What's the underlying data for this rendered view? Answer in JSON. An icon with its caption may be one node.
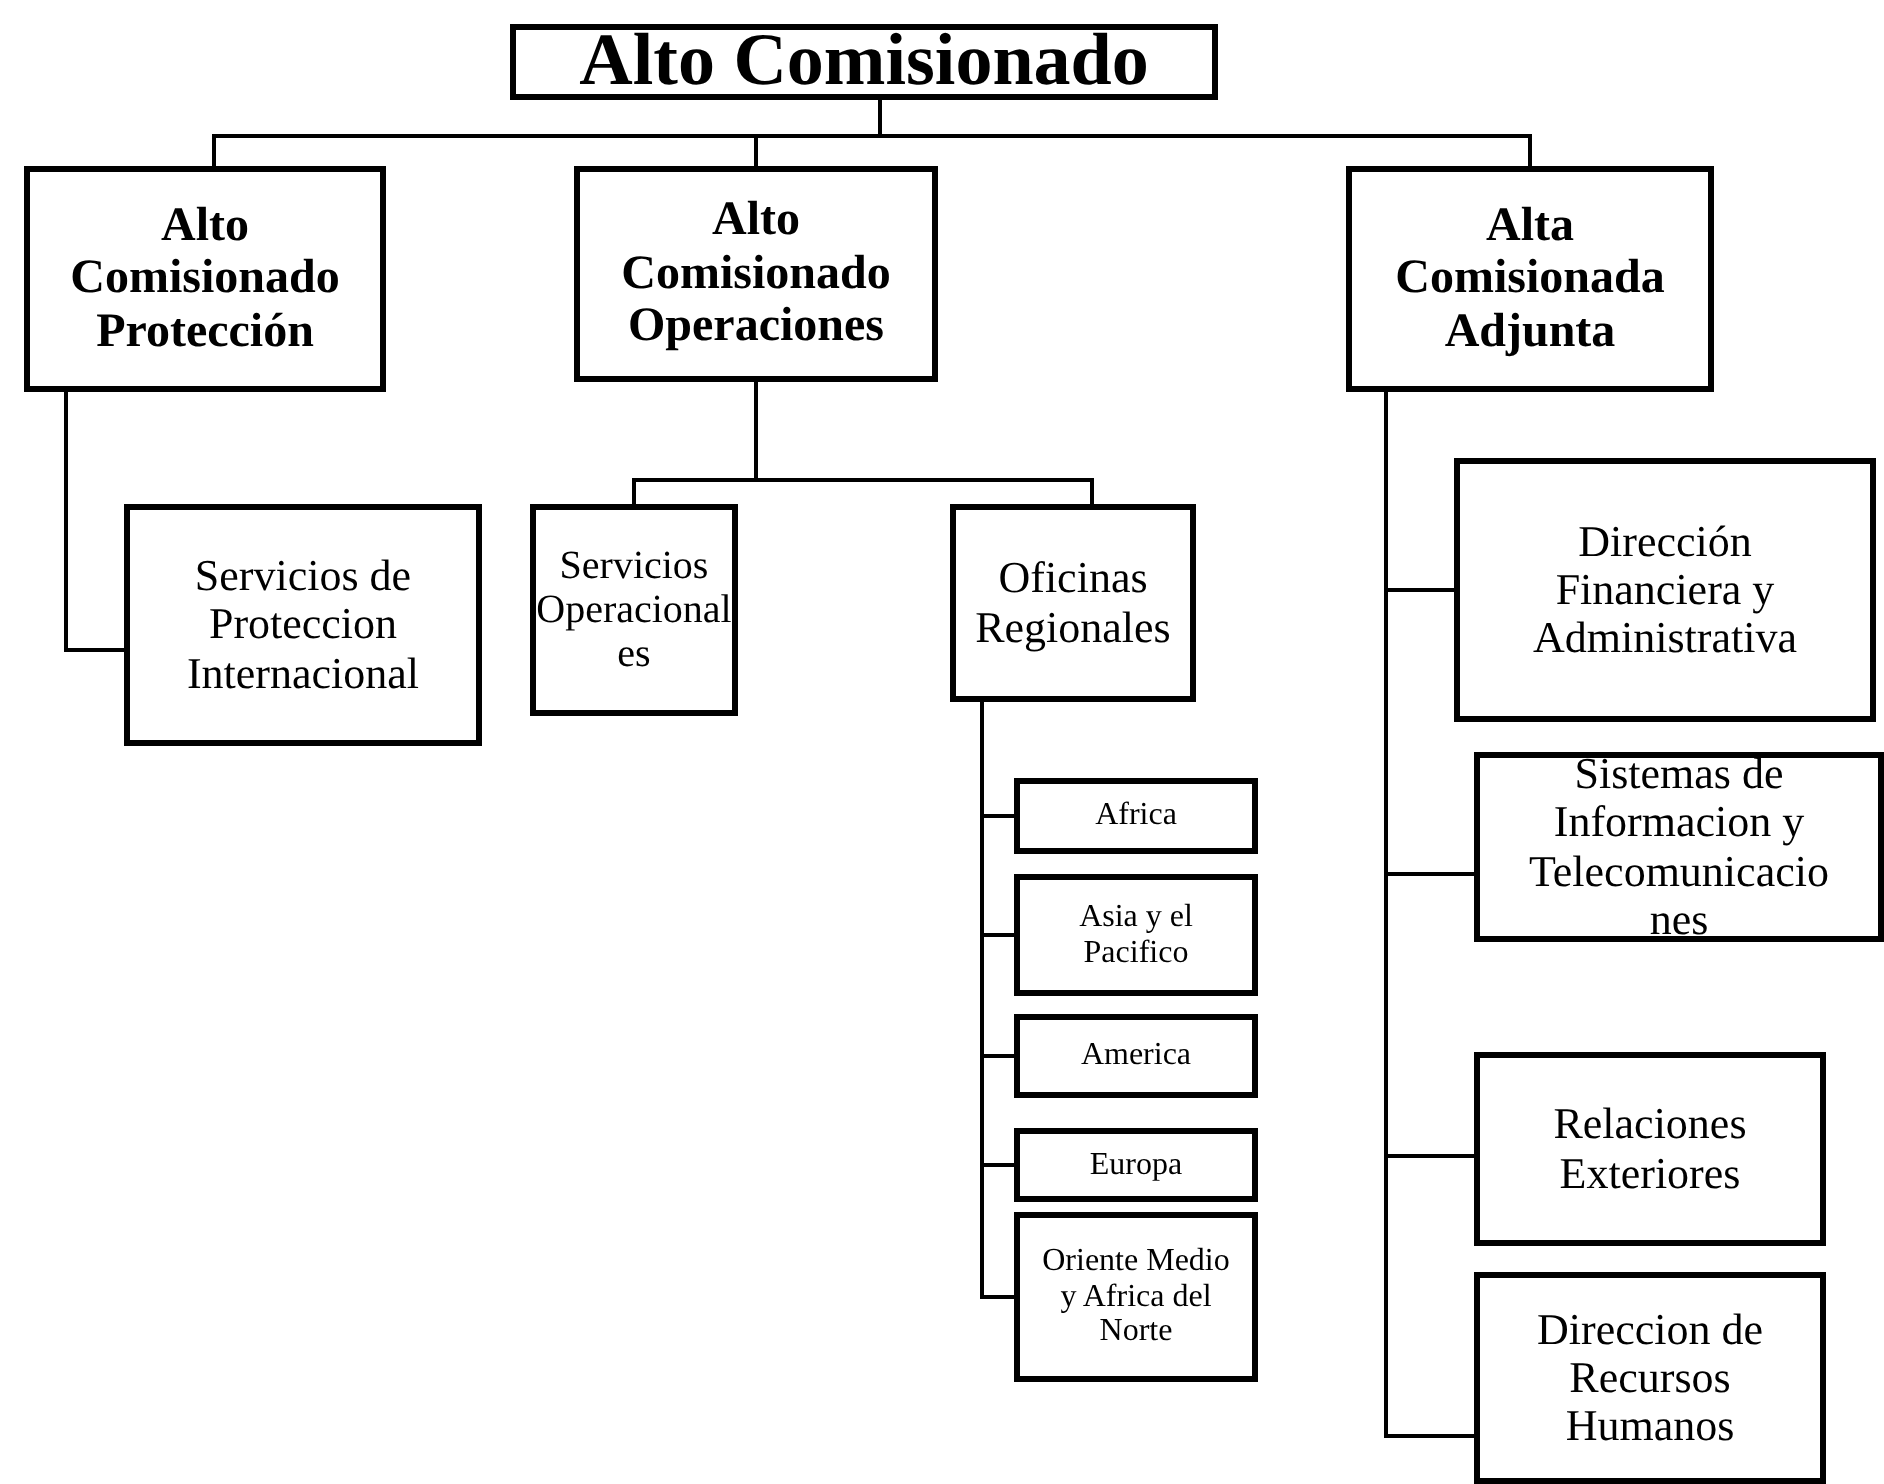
{
  "diagram": {
    "nodes": [
      {
        "text": [
          "Alto Comisionado"
        ]
      },
      {
        "text": [
          "Alto Comisionado Protección"
        ]
      },
      {
        "text": [
          "Alto Comisionado Operaciones"
        ]
      },
      {
        "text": [
          "Alta Comisionada Adjunta"
        ]
      },
      {
        "text": [
          "Servicios de Proteccion Internacional"
        ]
      },
      {
        "text": [
          "Servicios Operacional es"
        ]
      },
      {
        "text": [
          "Oficinas Regionales"
        ]
      },
      {
        "text": [
          "Africa"
        ]
      },
      {
        "text": [
          "Asia y el Pacifico"
        ]
      },
      {
        "text": [
          "America"
        ]
      },
      {
        "text": [
          "Europa"
        ]
      },
      {
        "text": [
          "Oriente Medio y Africa del Norte"
        ]
      },
      {
        "text": [
          "Dirección Financiera y Administrativa"
        ]
      },
      {
        "text": [
          "Sistemas de Informacion y Telecomunicacio nes"
        ]
      },
      {
        "text": [
          "Relaciones Exteriores"
        ]
      },
      {
        "text": [
          "Direccion de Recursos Humanos"
        ]
      }
    ],
    "edges": [
      {
        "from": 0,
        "to": 1,
        "arrow": "none"
      },
      {
        "from": 0,
        "to": 2,
        "arrow": "none"
      },
      {
        "from": 0,
        "to": 3,
        "arrow": "none"
      },
      {
        "from": 1,
        "to": 4,
        "arrow": "none"
      },
      {
        "from": 2,
        "to": 5,
        "arrow": "none"
      },
      {
        "from": 2,
        "to": 6,
        "arrow": "none"
      },
      {
        "from": 6,
        "to": 7,
        "arrow": "none"
      },
      {
        "from": 6,
        "to": 8,
        "arrow": "none"
      },
      {
        "from": 6,
        "to": 9,
        "arrow": "none"
      },
      {
        "from": 6,
        "to": 10,
        "arrow": "none"
      },
      {
        "from": 6,
        "to": 11,
        "arrow": "none"
      },
      {
        "from": 3,
        "to": 12,
        "arrow": "none"
      },
      {
        "from": 3,
        "to": 13,
        "arrow": "none"
      },
      {
        "from": 3,
        "to": 14,
        "arrow": "none"
      },
      {
        "from": 3,
        "to": 15,
        "arrow": "none"
      }
    ]
  }
}
